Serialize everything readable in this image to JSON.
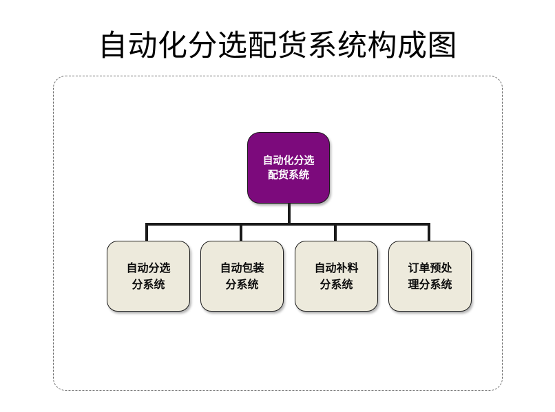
{
  "slide": {
    "title": "自动化分选配货系统构成图",
    "background_color": "#ffffff",
    "frame": {
      "name": "dashed-rounded-container",
      "border_style": "dashed",
      "border_color": "#6b6b6b"
    }
  },
  "diagram": {
    "type": "organization-tree",
    "connector_color": "#1a1a1a",
    "root": {
      "id": "root",
      "line1": "自动化分选",
      "line2": "配货系统",
      "fill_color": "#7C0A7C",
      "text_color": "#ffffff"
    },
    "children": [
      {
        "id": "child-1",
        "line1": "自动分选",
        "line2": "分系统",
        "fill_color": "#EDEADC",
        "text_color": "#0d0d0d"
      },
      {
        "id": "child-2",
        "line1": "自动包装",
        "line2": "分系统",
        "fill_color": "#EDEADC",
        "text_color": "#0d0d0d"
      },
      {
        "id": "child-3",
        "line1": "自动补料",
        "line2": "分系统",
        "fill_color": "#EDEADC",
        "text_color": "#0d0d0d"
      },
      {
        "id": "child-4",
        "line1": "订单预处",
        "line2": "理分系统",
        "fill_color": "#EDEADC",
        "text_color": "#0d0d0d"
      }
    ]
  }
}
